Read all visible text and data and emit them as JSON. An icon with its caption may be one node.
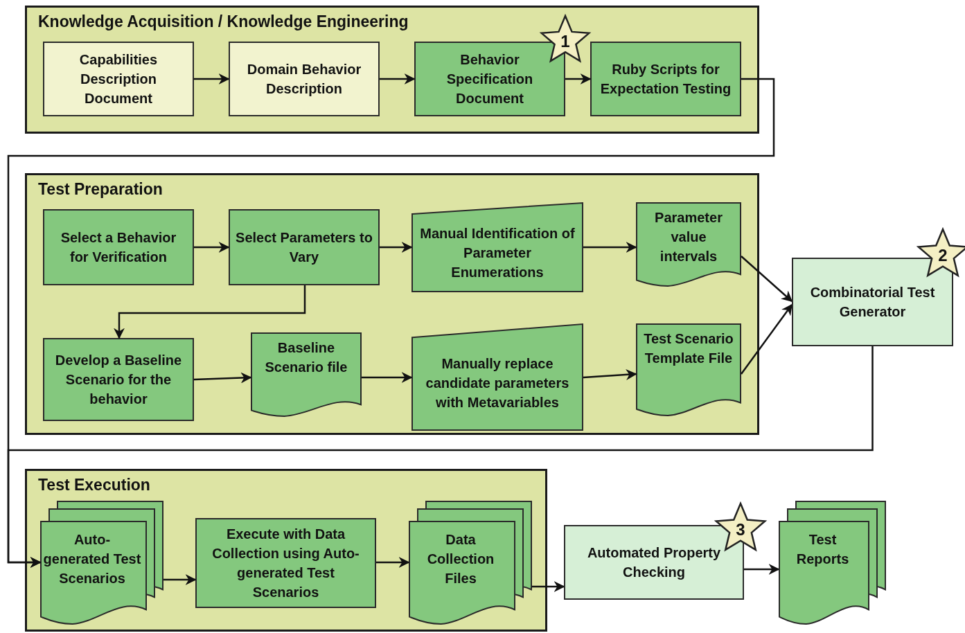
{
  "diagram": {
    "nodes": [
      {
        "text": [
          "Knowledge Acquisition / Knowledge Engineering"
        ]
      },
      {
        "text": [
          "Capabilities Description Document"
        ],
        "in": 0
      },
      {
        "text": [
          "Domain Behavior Description"
        ],
        "in": 0
      },
      {
        "text": [
          "Behavior Specification Document"
        ],
        "in": 0
      },
      {
        "text": [
          "Ruby Scripts for Expectation Testing"
        ],
        "in": 0
      },
      {
        "text": [
          "1"
        ],
        "in": 0
      },
      {
        "text": [
          "Test Preparation"
        ]
      },
      {
        "text": [
          "Select a Behavior for Verification"
        ],
        "in": 6
      },
      {
        "text": [
          "Select Parameters to Vary"
        ],
        "in": 6
      },
      {
        "text": [
          "Manual Identification of Parameter Enumerations"
        ],
        "in": 6
      },
      {
        "text": [
          "Parameter value intervals"
        ],
        "in": 6
      },
      {
        "text": [
          "Develop a Baseline Scenario for the behavior"
        ],
        "in": 6
      },
      {
        "text": [
          "Baseline Scenario file"
        ],
        "in": 6
      },
      {
        "text": [
          "Manually replace candidate parameters with Metavariables"
        ],
        "in": 6
      },
      {
        "text": [
          "Test Scenario Template File"
        ],
        "in": 6
      },
      {
        "text": [
          "Combinatorial Test Generator"
        ]
      },
      {
        "text": [
          "2"
        ]
      },
      {
        "text": [
          "Test Execution"
        ]
      },
      {
        "text": [
          "Auto-generated Test Scenarios"
        ],
        "in": 17
      },
      {
        "text": [
          "Execute with Data Collection using Auto-generated Test Scenarios"
        ],
        "in": 17
      },
      {
        "text": [
          "Data Collection Files"
        ],
        "in": 17
      },
      {
        "text": [
          "Automated Property Checking"
        ]
      },
      {
        "text": [
          "3"
        ]
      },
      {
        "text": [
          "Test Reports"
        ]
      }
    ],
    "edges": [
      {
        "from": 1,
        "to": 2,
        "arrow": "to"
      },
      {
        "from": 2,
        "to": 3,
        "arrow": "to"
      },
      {
        "from": 3,
        "to": 4,
        "arrow": "to"
      },
      {
        "from": 4,
        "to": 18,
        "arrow": "to"
      },
      {
        "from": 7,
        "to": 8,
        "arrow": "to"
      },
      {
        "from": 8,
        "to": 9,
        "arrow": "to"
      },
      {
        "from": 9,
        "to": 10,
        "arrow": "to"
      },
      {
        "from": 10,
        "to": 15,
        "arrow": "to"
      },
      {
        "from": 8,
        "to": 11,
        "arrow": "to"
      },
      {
        "from": 11,
        "to": 12,
        "arrow": "to"
      },
      {
        "from": 12,
        "to": 13,
        "arrow": "to"
      },
      {
        "from": 13,
        "to": 14,
        "arrow": "to"
      },
      {
        "from": 14,
        "to": 15,
        "arrow": "to"
      },
      {
        "from": 15,
        "to": 18,
        "arrow": "to"
      },
      {
        "from": 18,
        "to": 19,
        "arrow": "to"
      },
      {
        "from": 19,
        "to": 20,
        "arrow": "to"
      },
      {
        "from": 20,
        "to": 21,
        "arrow": "to"
      },
      {
        "from": 21,
        "to": 23,
        "arrow": "to"
      }
    ]
  }
}
